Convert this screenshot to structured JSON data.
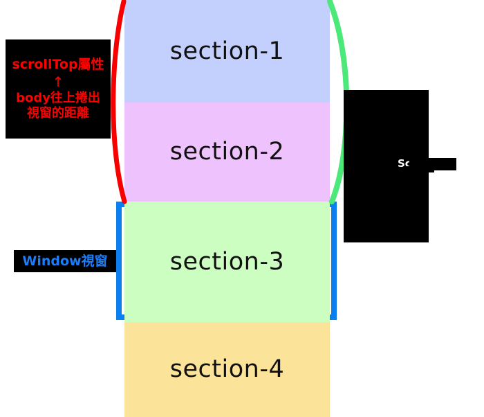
{
  "diagram": {
    "title": "scrollTop / Window viewport diagram",
    "sections": [
      {
        "label": "section-1",
        "color": "#c3cffc"
      },
      {
        "label": "section-2",
        "color": "#eec2fc"
      },
      {
        "label": "section-3",
        "color": "#ccfdc1"
      },
      {
        "label": "section-4",
        "color": "#fce39a"
      }
    ],
    "annotations": {
      "scrolltop": {
        "title": "scrollTop屬性",
        "arrow": "↑",
        "line1": "body往上捲出",
        "line2": "視窗的距離",
        "text_color": "#fe0000",
        "box_color": "#000000"
      },
      "window": {
        "label": "Window視窗",
        "text_color": "#1a7dfa",
        "box_color": "#000000",
        "frame_color": "#0b7ff0"
      },
      "right": {
        "label": "Sc",
        "text_color": "#ffffff",
        "box_color": "#000000"
      }
    },
    "arcs": {
      "left_color": "#f60000",
      "right_color": "#4ce87a"
    }
  }
}
